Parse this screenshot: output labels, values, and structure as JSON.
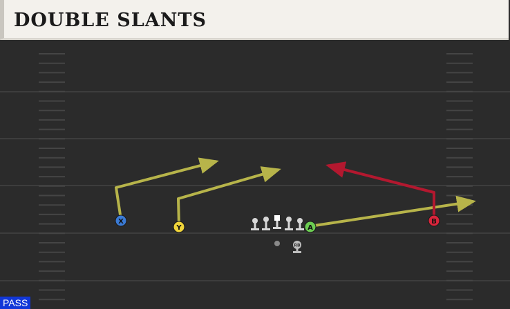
{
  "play": {
    "title": "DOUBLE SLANTS",
    "type_badge": "PASS"
  },
  "players": {
    "x": {
      "label": "X",
      "color": "#3b7bd6"
    },
    "y": {
      "label": "Y",
      "color": "#f0d43a"
    },
    "a": {
      "label": "A",
      "color": "#6ccc52"
    },
    "b": {
      "label": "B",
      "color": "#d9253b"
    },
    "rb": {
      "label": "RB"
    }
  },
  "colors": {
    "route_primary": "#b7b44a",
    "route_hot": "#b3182f",
    "field": "#2b2b2b",
    "yard_line": "#3d3d3d",
    "hash": "#454545",
    "lineman": "#d7d7d7"
  }
}
